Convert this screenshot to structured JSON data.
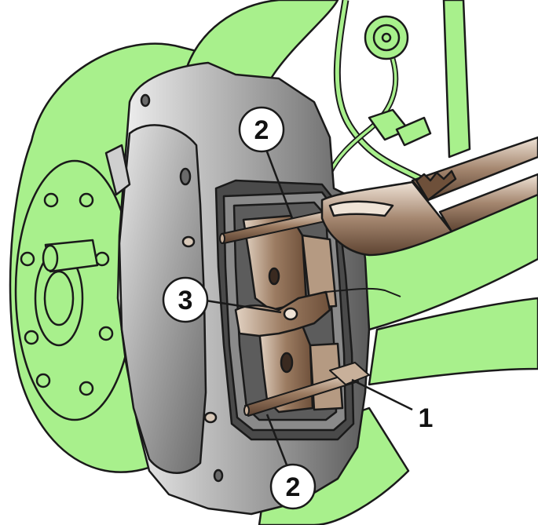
{
  "colors": {
    "background": "#ffffff",
    "green_parts": "#a8f08c",
    "outline": "#1a1a1a",
    "caliper_light": "#d6d6d6",
    "caliper_mid": "#9a9a9a",
    "caliper_dark": "#4a4a4a",
    "brown_parts": "#8a6a50",
    "brown_light": "#c8b09a"
  },
  "callouts": [
    {
      "id": "pin-upper",
      "label": "2"
    },
    {
      "id": "spring-clip",
      "label": "3"
    },
    {
      "id": "pin-lower-end",
      "label": "1"
    },
    {
      "id": "pin-lower",
      "label": "2"
    }
  ],
  "icons": {
    "pliers": "pliers-icon"
  }
}
